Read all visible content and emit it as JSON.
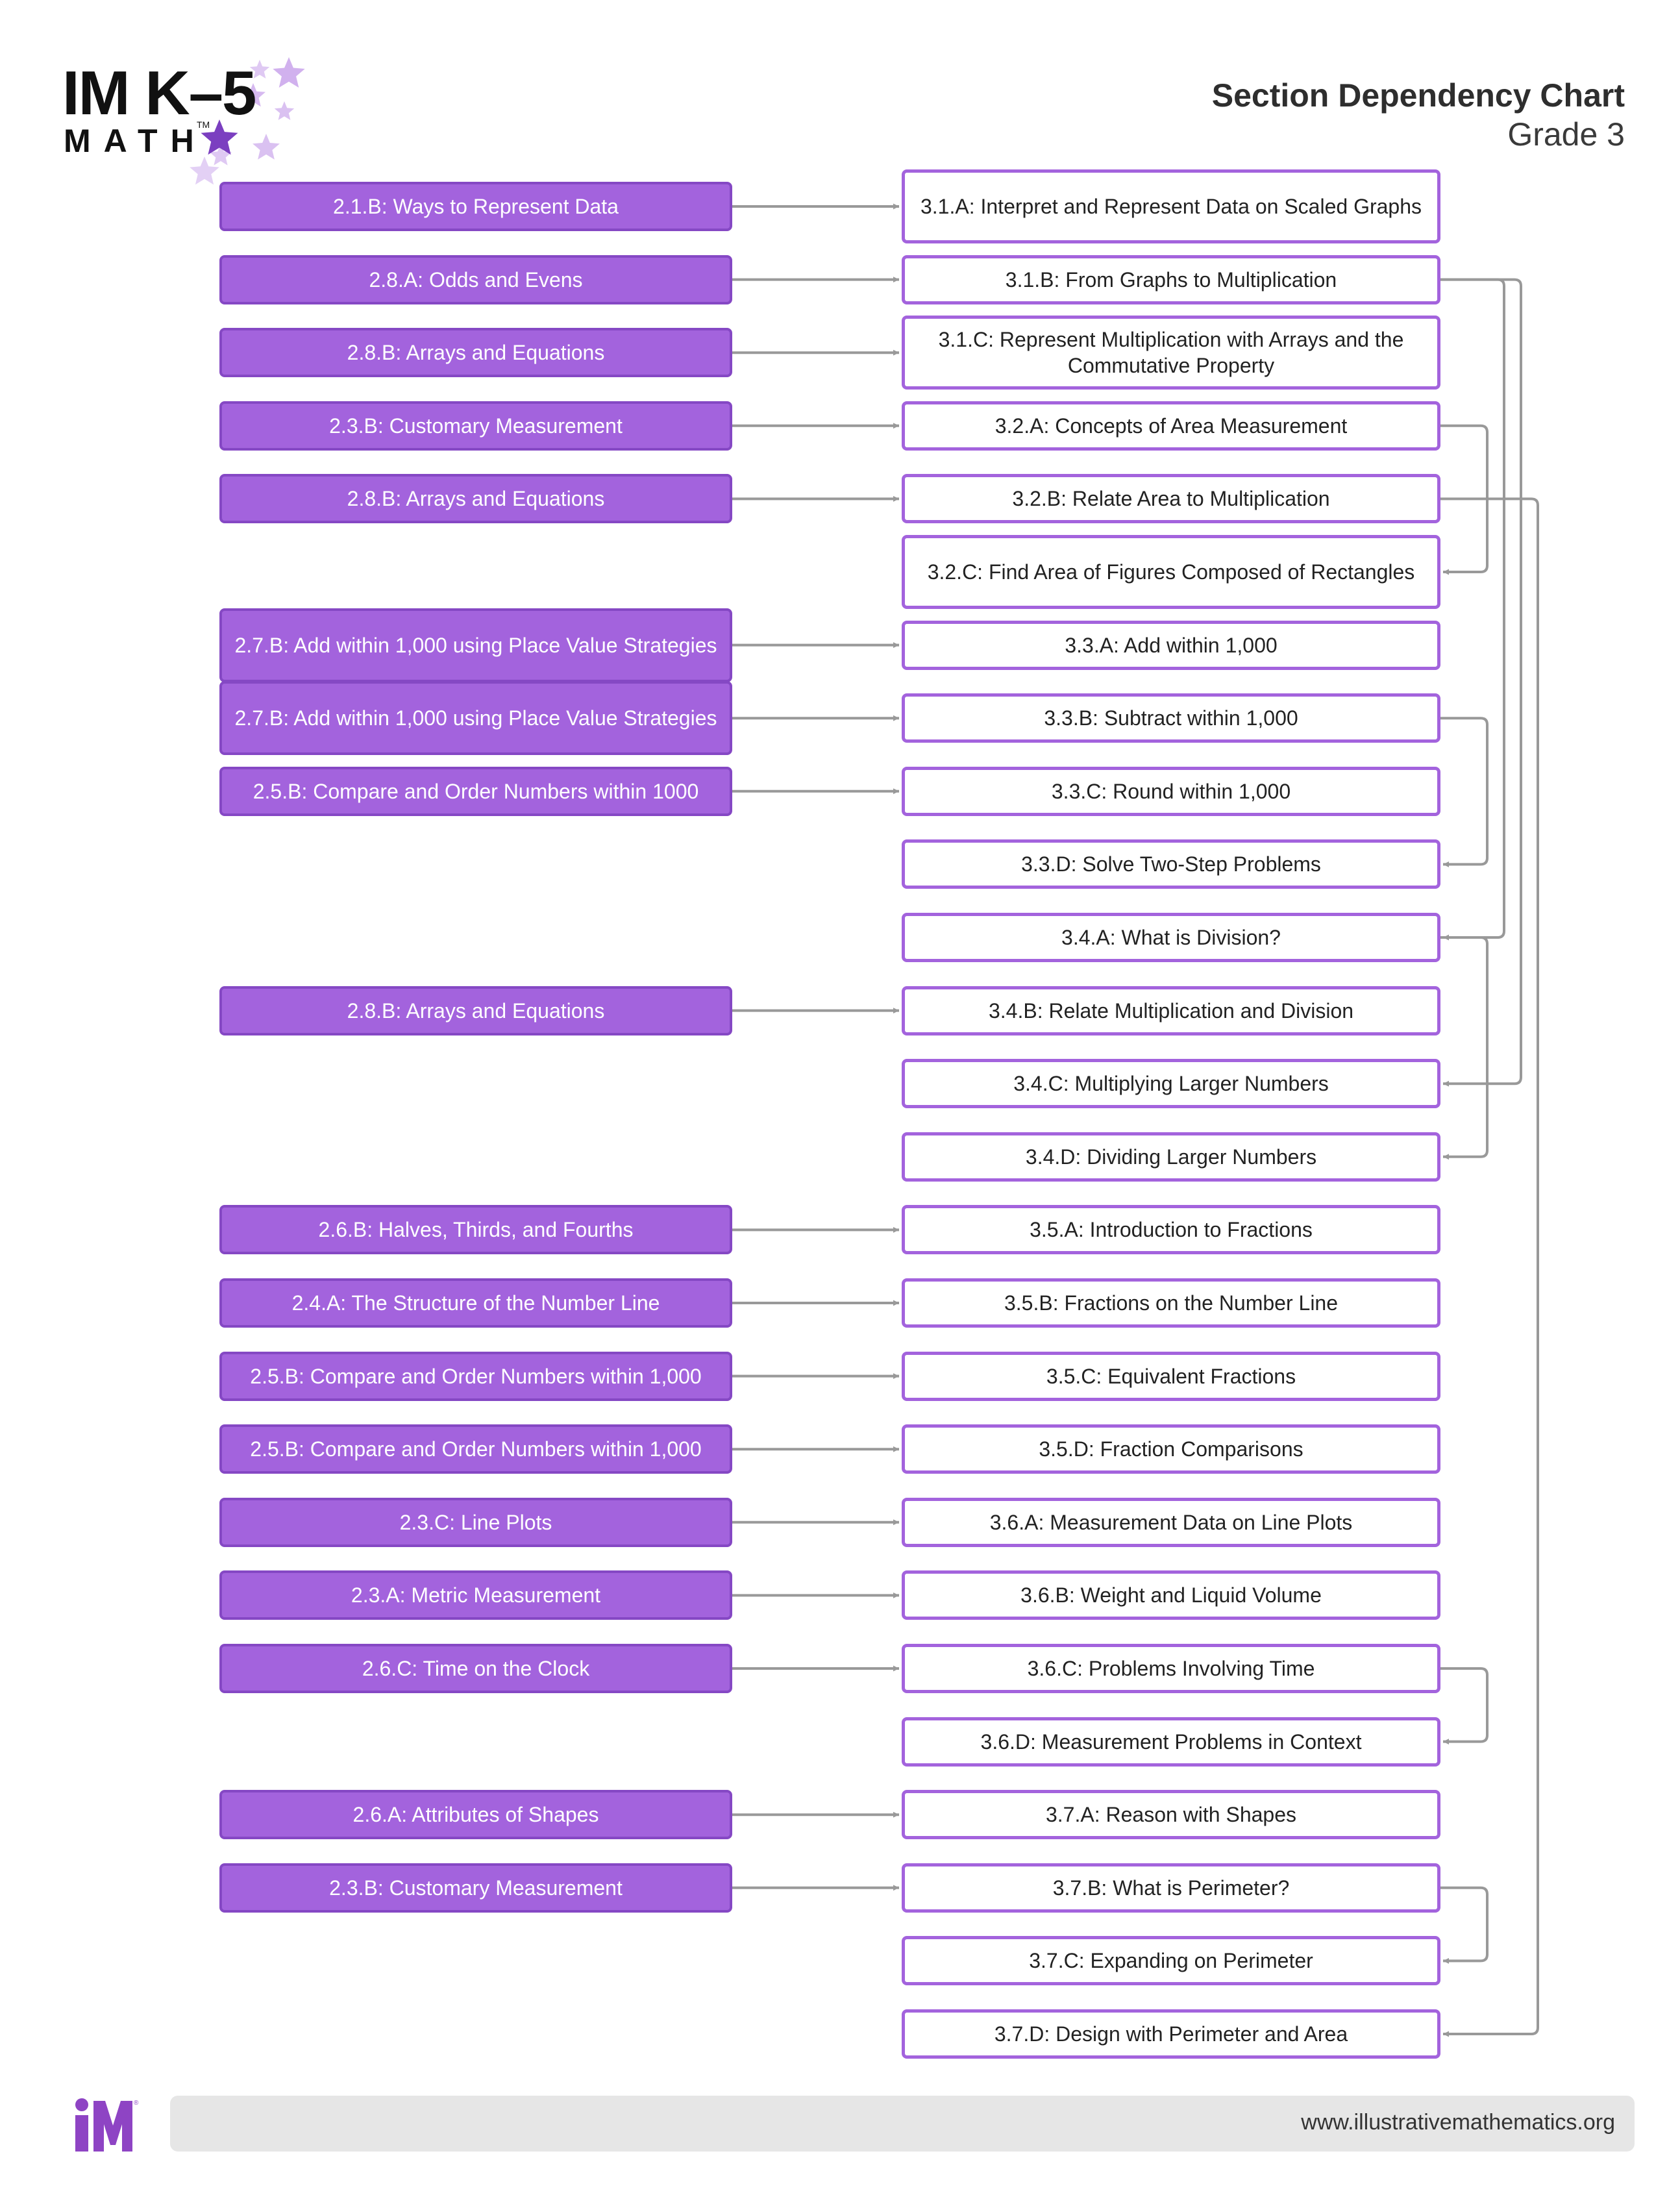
{
  "logo": {
    "wordmark": "IM K–5",
    "subtext": "MATH",
    "tm": "TM"
  },
  "header": {
    "title": "Section Dependency Chart",
    "subtitle": "Grade 3"
  },
  "rows": [
    {
      "left": "2.1.B: Ways to Represent Data",
      "right": "3.1.A: Interpret and Represent Data on Scaled Graphs"
    },
    {
      "left": "2.8.A: Odds and Evens",
      "right": "3.1.B: From Graphs to Multiplication"
    },
    {
      "left": "2.8.B: Arrays and Equations",
      "right": "3.1.C: Represent Multiplication with Arrays and the Commutative Property"
    },
    {
      "left": "2.3.B: Customary Measurement",
      "right": "3.2.A: Concepts of Area Measurement"
    },
    {
      "left": "2.8.B: Arrays and Equations",
      "right": "3.2.B: Relate Area to Multiplication"
    },
    {
      "left": null,
      "right": "3.2.C: Find Area of Figures Composed of Rectangles"
    },
    {
      "left": "2.7.B: Add within 1,000 using Place Value Strategies",
      "right": "3.3.A: Add within 1,000"
    },
    {
      "left": "2.7.B: Add within 1,000 using Place Value Strategies",
      "right": "3.3.B: Subtract within 1,000"
    },
    {
      "left": "2.5.B: Compare and Order Numbers within 1000",
      "right": "3.3.C: Round within 1,000"
    },
    {
      "left": null,
      "right": "3.3.D: Solve Two-Step Problems"
    },
    {
      "left": null,
      "right": "3.4.A: What is Division?"
    },
    {
      "left": "2.8.B: Arrays and Equations",
      "right": "3.4.B: Relate Multiplication and Division"
    },
    {
      "left": null,
      "right": "3.4.C: Multiplying Larger Numbers"
    },
    {
      "left": null,
      "right": "3.4.D: Dividing Larger Numbers"
    },
    {
      "left": "2.6.B: Halves, Thirds, and Fourths",
      "right": "3.5.A: Introduction to Fractions"
    },
    {
      "left": "2.4.A: The Structure of the Number Line",
      "right": "3.5.B: Fractions on the Number Line"
    },
    {
      "left": "2.5.B: Compare and Order Numbers within 1,000",
      "right": "3.5.C: Equivalent Fractions"
    },
    {
      "left": "2.5.B: Compare and Order Numbers within 1,000",
      "right": "3.5.D: Fraction Comparisons"
    },
    {
      "left": "2.3.C: Line Plots",
      "right": "3.6.A: Measurement Data on Line Plots"
    },
    {
      "left": "2.3.A: Metric Measurement",
      "right": "3.6.B: Weight and Liquid Volume"
    },
    {
      "left": "2.6.C: Time on the Clock",
      "right": "3.6.C: Problems Involving Time"
    },
    {
      "left": null,
      "right": "3.6.D: Measurement Problems in Context"
    },
    {
      "left": "2.6.A: Attributes of Shapes",
      "right": "3.7.A: Reason with Shapes"
    },
    {
      "left": "2.3.B: Customary Measurement",
      "right": "3.7.B: What is Perimeter?"
    },
    {
      "left": null,
      "right": "3.7.C: Expanding on Perimeter"
    },
    {
      "left": null,
      "right": "3.7.D: Design with Perimeter and Area"
    }
  ],
  "dependencies": [
    {
      "from": 1,
      "to": 10
    },
    {
      "from": 1,
      "to": 12
    },
    {
      "from": 3,
      "to": 5
    },
    {
      "from": 4,
      "to": 25
    },
    {
      "from": 7,
      "to": 9
    },
    {
      "from": 10,
      "to": 13
    },
    {
      "from": 20,
      "to": 21
    },
    {
      "from": 23,
      "to": 24
    }
  ],
  "colors": {
    "accent": "#a363dd",
    "accent_dark": "#8548c4",
    "arrow": "#999999",
    "footer_bar": "#e6e6e6"
  },
  "icons": {
    "logo_decoration": "stars-icon",
    "footer_logo": "im-logo-icon"
  },
  "footer": {
    "url": "www.illustrativemathematics.org"
  }
}
